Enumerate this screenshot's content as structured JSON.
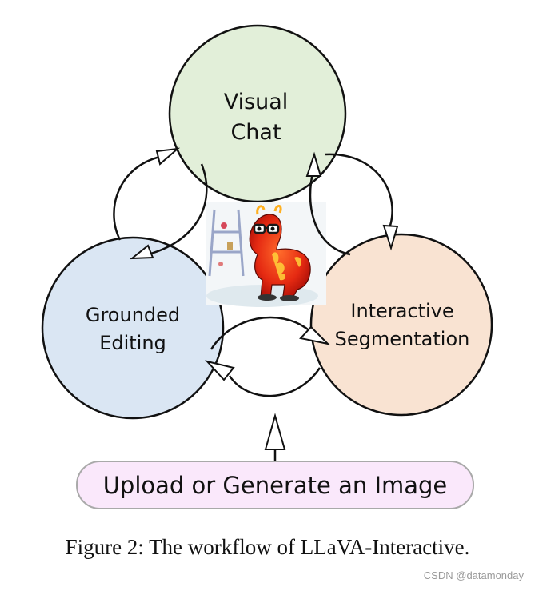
{
  "nodes": {
    "visual_chat": {
      "line1": "Visual",
      "line2": "Chat",
      "fill": "#e2efd9",
      "stroke": "#111111"
    },
    "grounded_editing": {
      "line1": "Grounded",
      "line2": "Editing",
      "fill": "#dae6f3",
      "stroke": "#111111"
    },
    "interactive_segmentation": {
      "line1": "Interactive",
      "line2": "Segmentation",
      "fill": "#f9e3d2",
      "stroke": "#111111"
    }
  },
  "input": {
    "label": "Upload or Generate an Image",
    "fill": "#fae8fb",
    "stroke": "#a9a9a9"
  },
  "center_image": {
    "icon": "red-dragon-with-glasses-and-flames-illustration"
  },
  "caption": "Figure 2: The workflow of LLaVA-Interactive.",
  "watermark": "CSDN @datamonday"
}
